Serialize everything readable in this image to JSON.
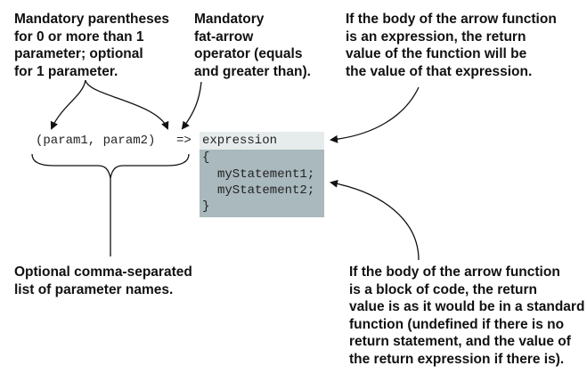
{
  "notes": {
    "params": "Mandatory parentheses\nfor 0 or more than 1\nparameter; optional\nfor 1 parameter.",
    "operator": "Mandatory\nfat-arrow\noperator (equals\nand greater than).",
    "expression": "If the body of the arrow function\nis an expression, the return\nvalue of the function will be\nthe value of that expression.",
    "param_names": "Optional comma-separated\nlist of parameter names.",
    "block": "If the body of the arrow function\nis a block of code, the return\nvalue is as it would be in a standard\nfunction (undefined if there is no\nreturn statement, and the value of\nthe return expression if there is)."
  },
  "code": {
    "params": "(param1, param2)",
    "arrow": "=>",
    "expression": "expression",
    "open_brace": "{",
    "statement1": "myStatement1;",
    "statement2": "myStatement2;",
    "close_brace": "}"
  }
}
